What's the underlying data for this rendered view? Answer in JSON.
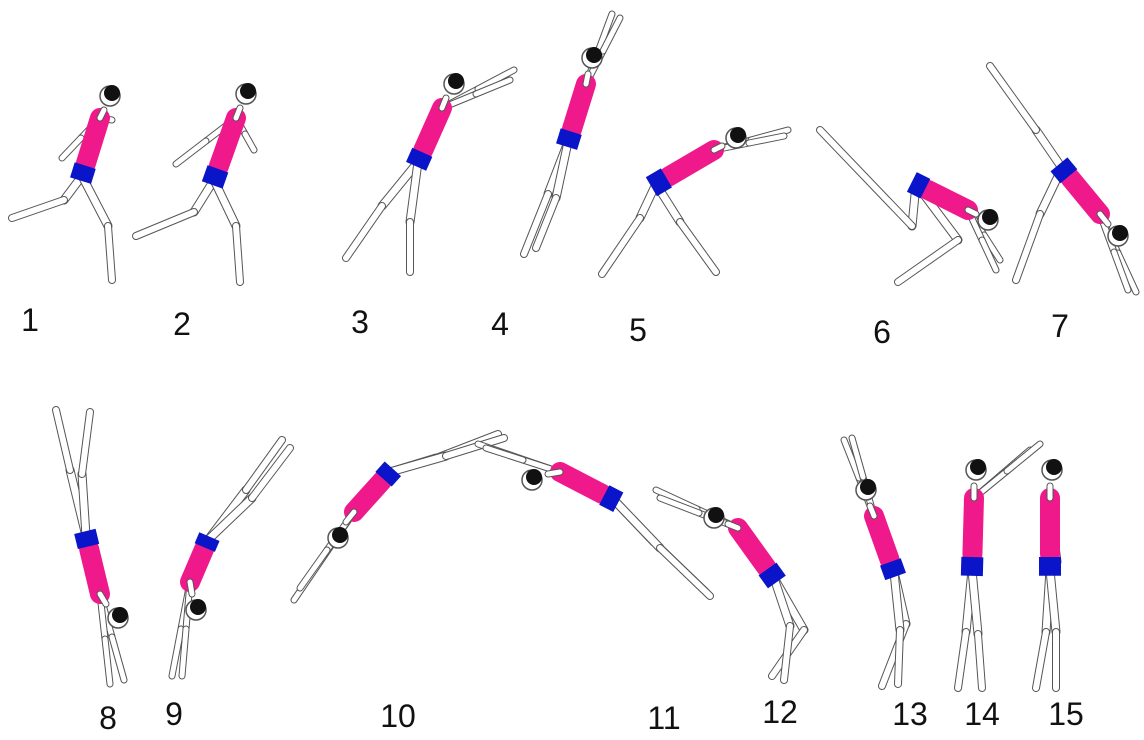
{
  "colors": {
    "top": "#f0198c",
    "shorts": "#0a14c8",
    "hair": "#111111",
    "skin": "#ffffff",
    "outline": "#555555"
  },
  "frames": [
    {
      "label": "1",
      "pose": "crouch-start"
    },
    {
      "label": "2",
      "pose": "stride"
    },
    {
      "label": "3",
      "pose": "hurdle-arms-forward"
    },
    {
      "label": "4",
      "pose": "jump-arms-up"
    },
    {
      "label": "5",
      "pose": "lunge-reach"
    },
    {
      "label": "6",
      "pose": "lean-down"
    },
    {
      "label": "7",
      "pose": "hands-down-leg-up"
    },
    {
      "label": "8",
      "pose": "handstand"
    },
    {
      "label": "9",
      "pose": "handstand-arch"
    },
    {
      "label": "10",
      "pose": "flight-arch"
    },
    {
      "label": "11",
      "pose": "flight-arch"
    },
    {
      "label": "12",
      "pose": "landing-bend"
    },
    {
      "label": "13",
      "pose": "rising"
    },
    {
      "label": "14",
      "pose": "standing-arms-forward"
    },
    {
      "label": "15",
      "pose": "standing-side"
    }
  ]
}
